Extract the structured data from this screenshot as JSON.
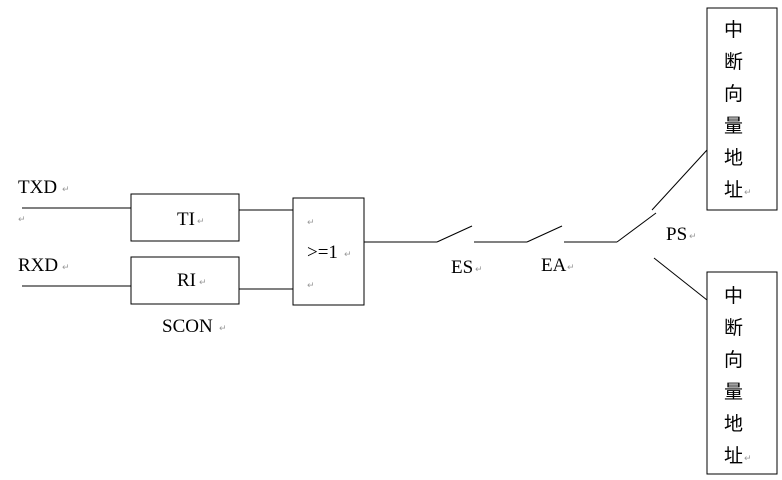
{
  "inputs": {
    "txd": "TXD",
    "rxd": "RXD"
  },
  "flags": {
    "ti": "TI",
    "ri": "RI"
  },
  "register": {
    "scon": "SCON"
  },
  "or_gate": {
    "label": ">=1"
  },
  "switches": {
    "es": "ES",
    "ea": "EA",
    "ps": "PS"
  },
  "vector_box_top": {
    "chars": [
      "中",
      "断",
      "向",
      "量",
      "地",
      "址"
    ]
  },
  "vector_box_bottom": {
    "chars": [
      "中",
      "断",
      "向",
      "量",
      "地",
      "址"
    ]
  },
  "paragraph_mark": "↵"
}
